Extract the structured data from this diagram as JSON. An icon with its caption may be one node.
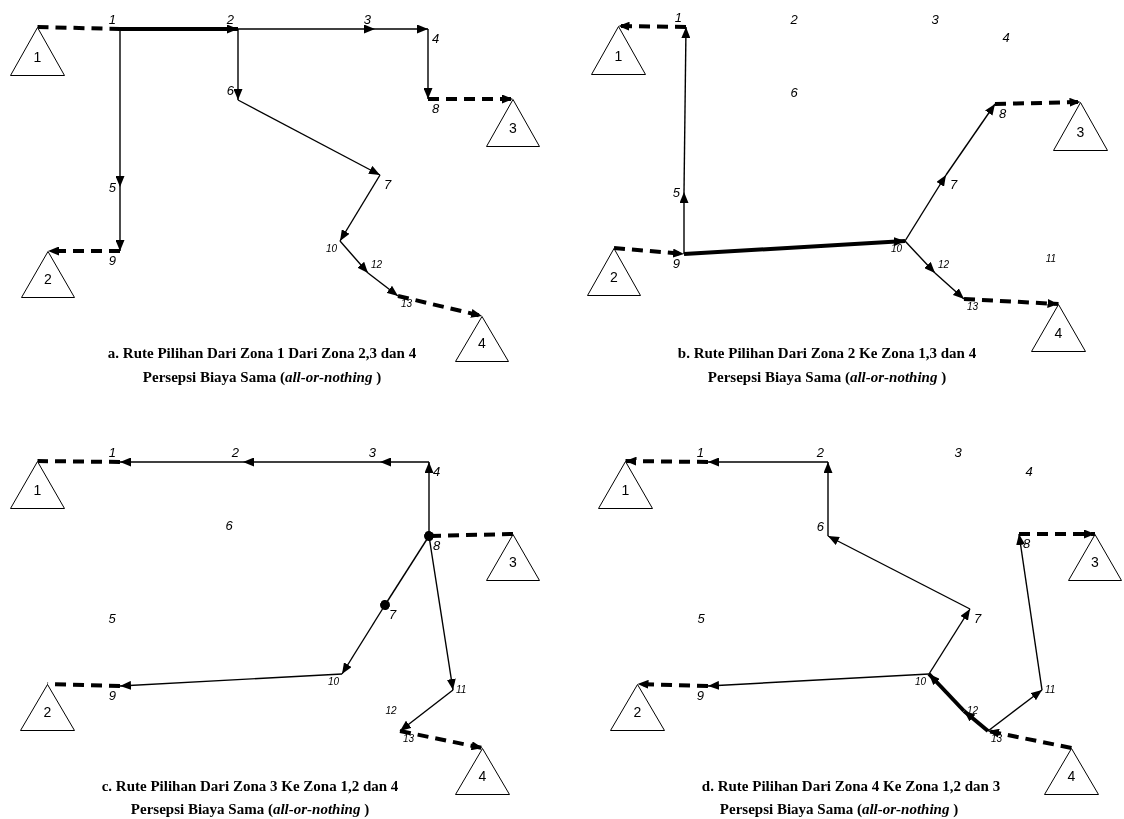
{
  "diagram": {
    "nodes": [
      {
        "text": [
          "1"
        ]
      },
      {
        "text": [
          "2"
        ]
      },
      {
        "text": [
          "3"
        ]
      },
      {
        "text": [
          "4"
        ]
      },
      {
        "text": [
          "5"
        ]
      },
      {
        "text": [
          "6"
        ]
      },
      {
        "text": [
          "7"
        ]
      },
      {
        "text": [
          "8"
        ]
      },
      {
        "text": [
          "9"
        ]
      },
      {
        "text": [
          "10"
        ]
      },
      {
        "text": [
          "12"
        ]
      },
      {
        "text": [
          "13"
        ]
      },
      {
        "text": [
          "1"
        ]
      },
      {
        "text": [
          "2"
        ]
      },
      {
        "text": [
          "3"
        ]
      },
      {
        "text": [
          "4"
        ]
      },
      {
        "text": [
          "1"
        ]
      },
      {
        "text": [
          "5"
        ]
      },
      {
        "text": [
          "7"
        ]
      },
      {
        "text": [
          "8"
        ]
      },
      {
        "text": [
          "9"
        ]
      },
      {
        "text": [
          "10"
        ]
      },
      {
        "text": [
          "12"
        ]
      },
      {
        "text": [
          "13"
        ]
      },
      {
        "text": [
          "1"
        ]
      },
      {
        "text": [
          "2"
        ]
      },
      {
        "text": [
          "3"
        ]
      },
      {
        "text": [
          "4"
        ]
      },
      {
        "text": [
          "1"
        ]
      },
      {
        "text": [
          "2"
        ]
      },
      {
        "text": [
          "3"
        ]
      },
      {
        "text": [
          "4"
        ]
      },
      {
        "text": [
          "7"
        ]
      },
      {
        "text": [
          "8"
        ]
      },
      {
        "text": [
          "9"
        ]
      },
      {
        "text": [
          "10"
        ]
      },
      {
        "text": [
          "11"
        ]
      },
      {
        "text": [
          "13"
        ]
      },
      {
        "text": [
          "1"
        ]
      },
      {
        "text": [
          "2"
        ]
      },
      {
        "text": [
          "3"
        ]
      },
      {
        "text": [
          "4"
        ]
      },
      {
        "text": [
          "1"
        ]
      },
      {
        "text": [
          "2"
        ]
      },
      {
        "text": [
          "6"
        ]
      },
      {
        "text": [
          "7"
        ]
      },
      {
        "text": [
          "8"
        ]
      },
      {
        "text": [
          "9"
        ]
      },
      {
        "text": [
          "10"
        ]
      },
      {
        "text": [
          "11"
        ]
      },
      {
        "text": [
          "12"
        ]
      },
      {
        "text": [
          "13"
        ]
      },
      {
        "text": [
          "1"
        ]
      },
      {
        "text": [
          "2"
        ]
      },
      {
        "text": [
          "3"
        ]
      },
      {
        "text": [
          "4"
        ]
      }
    ],
    "edges": [
      {
        "from": 12,
        "to": 0,
        "arrow": "none",
        "style": "dashed"
      },
      {
        "from": 0,
        "to": 1,
        "arrow": "to",
        "style": "thick"
      },
      {
        "from": 1,
        "to": 2,
        "arrow": "to"
      },
      {
        "from": 2,
        "to": 3,
        "arrow": "to"
      },
      {
        "from": 1,
        "to": 5,
        "arrow": "to"
      },
      {
        "from": 5,
        "to": 6,
        "arrow": "to"
      },
      {
        "from": 6,
        "to": 9,
        "arrow": "to"
      },
      {
        "from": 9,
        "to": 10,
        "arrow": "to"
      },
      {
        "from": 10,
        "to": 11,
        "arrow": "to"
      },
      {
        "from": 11,
        "to": 15,
        "arrow": "to",
        "style": "dashed"
      },
      {
        "from": 3,
        "to": 7,
        "arrow": "to"
      },
      {
        "from": 7,
        "to": 14,
        "arrow": "to",
        "style": "dashed"
      },
      {
        "from": 0,
        "to": 4,
        "arrow": "to"
      },
      {
        "from": 4,
        "to": 8,
        "arrow": "to"
      },
      {
        "from": 8,
        "to": 13,
        "arrow": "to",
        "style": "dashed"
      },
      {
        "from": 25,
        "to": 20,
        "arrow": "to",
        "style": "dashed"
      },
      {
        "from": 20,
        "to": 17,
        "arrow": "to"
      },
      {
        "from": 17,
        "to": 16,
        "arrow": "to"
      },
      {
        "from": 16,
        "to": 24,
        "arrow": "to",
        "style": "dashed"
      },
      {
        "from": 20,
        "to": 21,
        "arrow": "to",
        "style": "thick"
      },
      {
        "from": 21,
        "to": 18,
        "arrow": "to"
      },
      {
        "from": 18,
        "to": 19,
        "arrow": "to"
      },
      {
        "from": 19,
        "to": 26,
        "arrow": "to",
        "style": "dashed"
      },
      {
        "from": 21,
        "to": 22,
        "arrow": "to"
      },
      {
        "from": 22,
        "to": 23,
        "arrow": "to"
      },
      {
        "from": 23,
        "to": 27,
        "arrow": "to",
        "style": "dashed"
      },
      {
        "from": 40,
        "to": 33,
        "arrow": "none",
        "style": "dashed"
      },
      {
        "from": 33,
        "to": 31,
        "arrow": "to"
      },
      {
        "from": 31,
        "to": 30,
        "arrow": "to"
      },
      {
        "from": 30,
        "to": 29,
        "arrow": "to"
      },
      {
        "from": 29,
        "to": 28,
        "arrow": "to"
      },
      {
        "from": 28,
        "to": 38,
        "arrow": "none",
        "style": "dashed"
      },
      {
        "from": 33,
        "to": 32,
        "arrow": "other"
      },
      {
        "from": 32,
        "to": 35,
        "arrow": "to"
      },
      {
        "from": 35,
        "to": 34,
        "arrow": "to"
      },
      {
        "from": 34,
        "to": 39,
        "arrow": "none",
        "style": "dashed"
      },
      {
        "from": 33,
        "to": 36,
        "arrow": "to"
      },
      {
        "from": 36,
        "to": 37,
        "arrow": "to"
      },
      {
        "from": 37,
        "to": 41,
        "arrow": "to",
        "style": "dashed"
      },
      {
        "from": 55,
        "to": 51,
        "arrow": "to",
        "style": "dashed"
      },
      {
        "from": 51,
        "to": 50,
        "arrow": "to",
        "style": "thick"
      },
      {
        "from": 50,
        "to": 48,
        "arrow": "to",
        "style": "thick"
      },
      {
        "from": 48,
        "to": 45,
        "arrow": "to"
      },
      {
        "from": 45,
        "to": 44,
        "arrow": "to"
      },
      {
        "from": 44,
        "to": 43,
        "arrow": "to"
      },
      {
        "from": 43,
        "to": 42,
        "arrow": "to"
      },
      {
        "from": 42,
        "to": 52,
        "arrow": "to",
        "style": "dashed"
      },
      {
        "from": 48,
        "to": 47,
        "arrow": "to"
      },
      {
        "from": 47,
        "to": 53,
        "arrow": "to",
        "style": "dashed"
      },
      {
        "from": 51,
        "to": 49,
        "arrow": "to"
      },
      {
        "from": 49,
        "to": 46,
        "arrow": "to"
      },
      {
        "from": 46,
        "to": 54,
        "arrow": "to",
        "style": "dashed"
      }
    ],
    "labels": [
      "2",
      "3",
      "4",
      "6",
      "11",
      "a. Rute Pilihan Dari Zona 1 Dari Zona 2,3 dan 4",
      "Persepsi Biaya Sama (*all-or-nothing* )",
      "b. Rute Pilihan Dari Zona 2 Ke Zona 1,3 dan 4",
      "Persepsi Biaya Sama (*all-or-nothing* )",
      "6",
      "5",
      "12",
      "3",
      "4",
      "5",
      "c. Rute Pilihan Dari Zona 3 Ke Zona 1,2 dan 4",
      "Persepsi Biaya Sama (*all-or-nothing* )",
      "d. Rute Pilihan Dari Zona 4 Ke Zona 1,2 dan 3",
      "Persepsi Biaya Sama (*all-or-nothing* )"
    ]
  }
}
